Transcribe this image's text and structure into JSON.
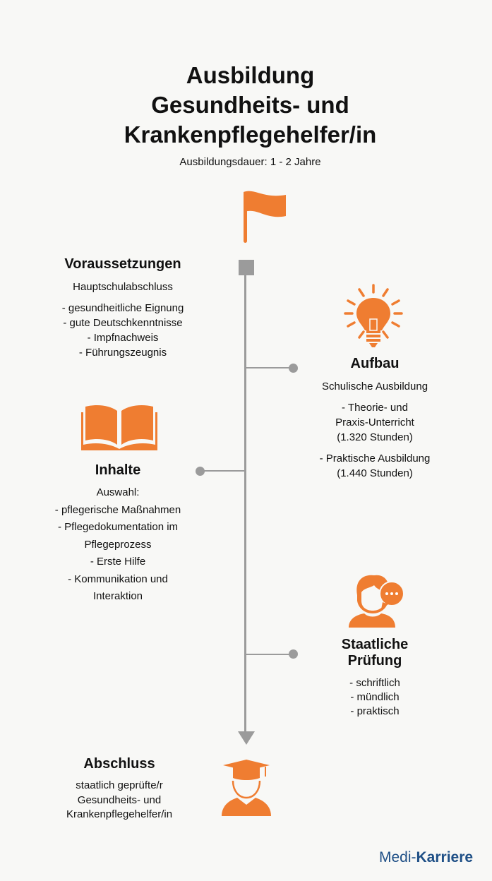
{
  "header": {
    "title_lines": [
      "Ausbildung",
      "Gesundheits- und",
      "Krankenpflegehelfer/in"
    ],
    "subtitle": "Ausbildungsdauer: 1 - 2 Jahre"
  },
  "sections": {
    "voraussetzungen": {
      "title": "Voraussetzungen",
      "intro": "Hauptschulabschluss",
      "items": [
        "- gesundheitliche Eignung",
        "- gute Deutschkenntnisse",
        "- Impfnachweis",
        "- Führungszeugnis"
      ]
    },
    "aufbau": {
      "title": "Aufbau",
      "intro": "Schulische Ausbildung",
      "items": [
        "- Theorie- und",
        "Praxis-Unterricht",
        "(1.320 Stunden)"
      ],
      "items2": [
        "- Praktische Ausbildung",
        "(1.440 Stunden)"
      ]
    },
    "inhalte": {
      "title": "Inhalte",
      "intro": "Auswahl:",
      "items": [
        "- pflegerische Maßnahmen",
        "- Pflegedokumentation im",
        "Pflegeprozess",
        "- Erste Hilfe",
        "- Kommunikation und",
        "Interaktion"
      ]
    },
    "pruefung": {
      "title_lines": [
        "Staatliche",
        "Prüfung"
      ],
      "items": [
        "- schriftlich",
        "- mündlich",
        "- praktisch"
      ]
    },
    "abschluss": {
      "title": "Abschluss",
      "items": [
        "staatlich geprüfte/r",
        "Gesundheits- und",
        "Krankenpflegehelfer/in"
      ]
    }
  },
  "logo": {
    "part1": "Medi-",
    "part2": "Karriere"
  },
  "colors": {
    "accent": "#ef7d31",
    "line": "#9b9b9b",
    "brand": "#1e4f86"
  }
}
